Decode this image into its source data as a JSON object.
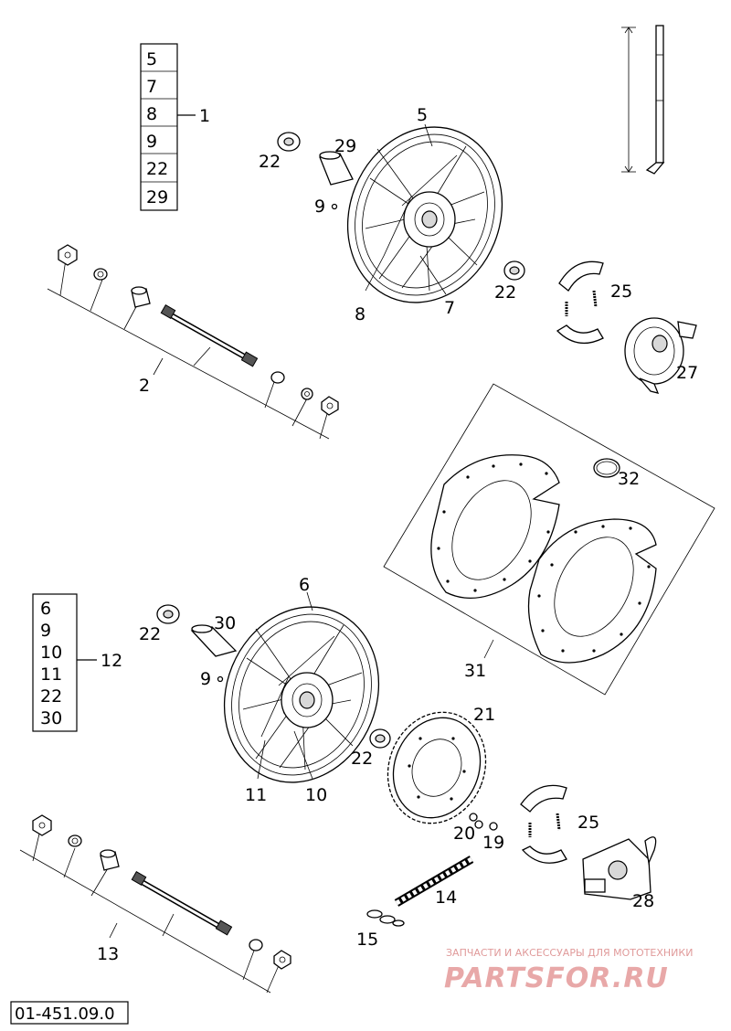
{
  "set_front": {
    "items": [
      "5",
      "7",
      "8",
      "9",
      "22",
      "29"
    ],
    "ref": "1"
  },
  "set_rear": {
    "items": [
      "6",
      "9",
      "10",
      "11",
      "22",
      "30"
    ],
    "ref": "12"
  },
  "callouts": {
    "c2": "2",
    "c5": "5",
    "c6": "6",
    "c7": "7",
    "c8": "8",
    "c9a": "9",
    "c9b": "9",
    "c10": "10",
    "c11": "11",
    "c13": "13",
    "c14": "14",
    "c15": "15",
    "c19": "19",
    "c20": "20",
    "c21": "21",
    "c22a": "22",
    "c22b": "22",
    "c22c": "22",
    "c22d": "22",
    "c25a": "25",
    "c25b": "25",
    "c27": "27",
    "c28": "28",
    "c29": "29",
    "c30": "30",
    "c31": "31",
    "c32": "32"
  },
  "watermark": {
    "top": "ЗАПЧАСТИ И АКСЕССУАРЫ ДЛЯ МОТОТЕХНИКИ",
    "brand": "PARTSFOR.RU"
  },
  "drawing_code": "01-451.09.0"
}
